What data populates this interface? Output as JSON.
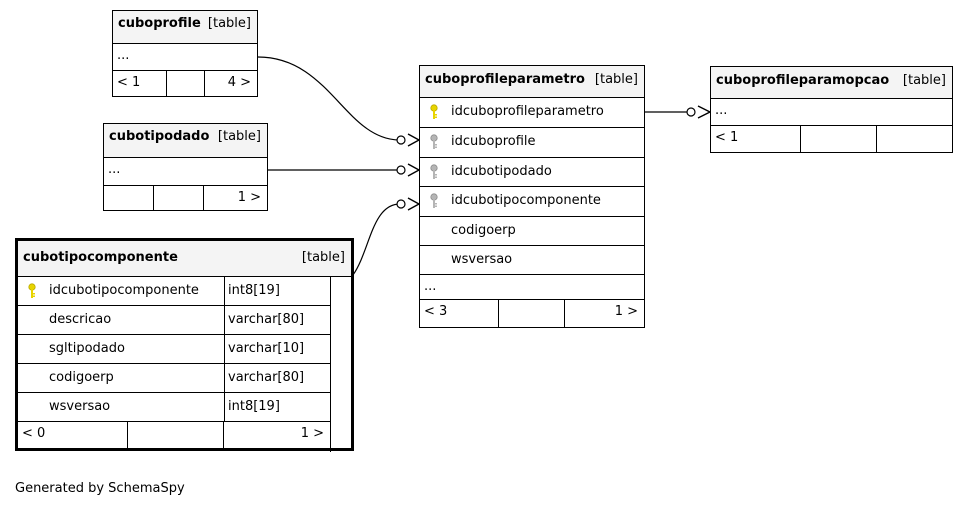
{
  "tables": {
    "cuboprofile": {
      "name": "cuboprofile",
      "kind": "[table]",
      "ellipsis": "...",
      "footer": {
        "left": "< 1",
        "mid": "",
        "right": "4 >"
      }
    },
    "cubotipodado": {
      "name": "cubotipodado",
      "kind": "[table]",
      "ellipsis": "...",
      "footer": {
        "left": "",
        "mid": "",
        "right": "1 >"
      }
    },
    "cubotipocomponente": {
      "name": "cubotipocomponente",
      "kind": "[table]",
      "columns": [
        {
          "name": "idcubotipocomponente",
          "type": "int8[19]",
          "key": "primary"
        },
        {
          "name": "descricao",
          "type": "varchar[80]",
          "key": "none"
        },
        {
          "name": "sgltipodado",
          "type": "varchar[10]",
          "key": "none"
        },
        {
          "name": "codigoerp",
          "type": "varchar[80]",
          "key": "none"
        },
        {
          "name": "wsversao",
          "type": "int8[19]",
          "key": "none"
        }
      ],
      "footer": {
        "left": "< 0",
        "mid": "",
        "right": "1 >"
      }
    },
    "cuboprofileparametro": {
      "name": "cuboprofileparametro",
      "kind": "[table]",
      "columns": [
        {
          "name": "idcuboprofileparametro",
          "key": "primary"
        },
        {
          "name": "idcuboprofile",
          "key": "foreign"
        },
        {
          "name": "idcubotipodado",
          "key": "foreign"
        },
        {
          "name": "idcubotipocomponente",
          "key": "foreign"
        },
        {
          "name": "codigoerp",
          "key": "none"
        },
        {
          "name": "wsversao",
          "key": "none"
        }
      ],
      "ellipsis": "...",
      "footer": {
        "left": "< 3",
        "mid": "",
        "right": "1 >"
      }
    },
    "cuboprofileparamopcao": {
      "name": "cuboprofileparamopcao",
      "kind": "[table]",
      "ellipsis": "...",
      "footer": {
        "left": "< 1",
        "mid": "",
        "right": ""
      }
    }
  },
  "colors": {
    "primary_key": "#e8d400",
    "foreign_key": "#9a9a9a",
    "header_bg": "#f4f4f4"
  },
  "footer_text": "Generated by SchemaSpy"
}
